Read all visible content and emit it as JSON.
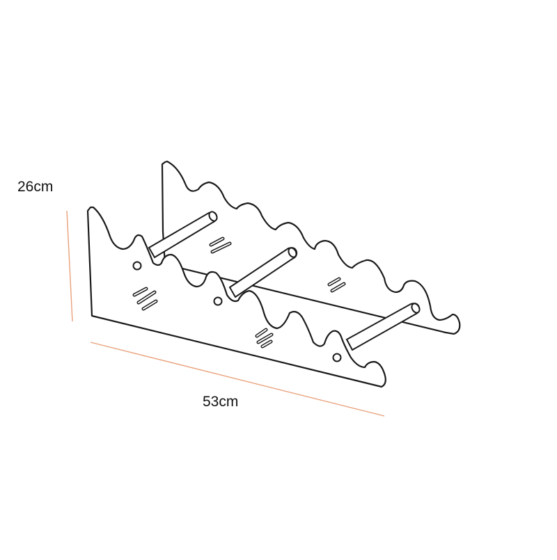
{
  "dimensions": {
    "height_label": "26cm",
    "width_label": "53cm",
    "line_color": "#e8a07a"
  },
  "drawing": {
    "subject": "stepped-rack-with-two-side-panels-and-three-rods",
    "outline_color": "#1a1a1a"
  }
}
